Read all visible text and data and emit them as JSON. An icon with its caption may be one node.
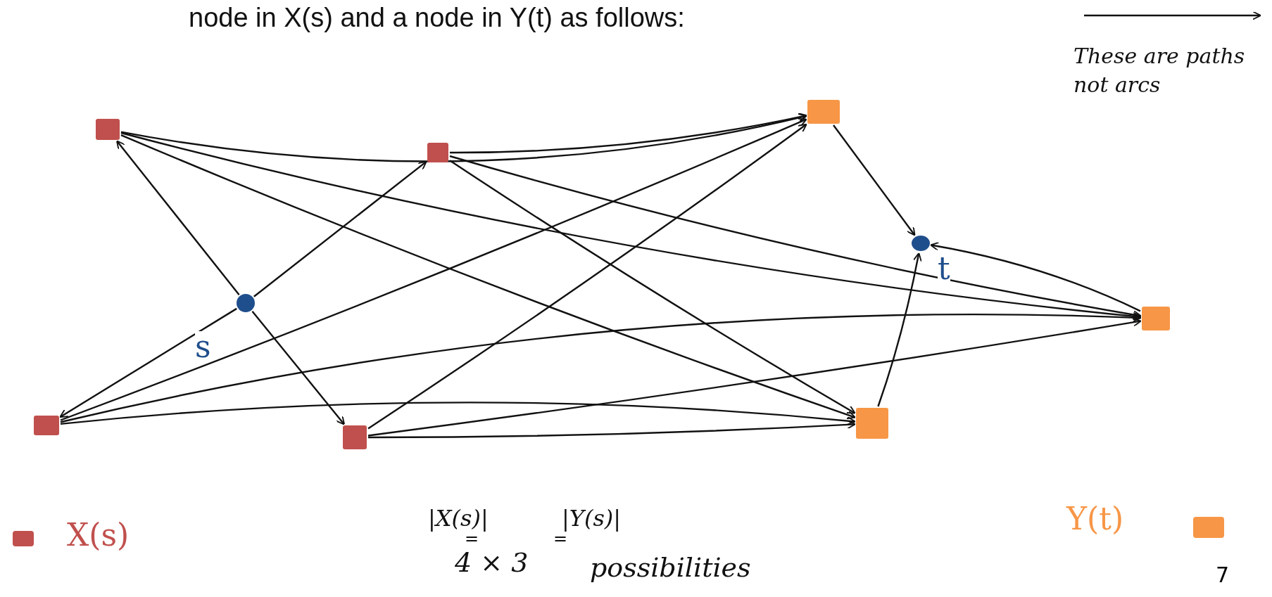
{
  "diagram": {
    "title": "node in X(s) and a node in Y(t) as follows:",
    "nodes": [
      {
        "text": [],
        "shape": "box"
      },
      {
        "text": [],
        "shape": "box"
      },
      {
        "text": [],
        "shape": "box"
      },
      {
        "text": [],
        "shape": "circle",
        "beside": [
          "t"
        ]
      },
      {
        "text": [],
        "shape": "circle",
        "beside": [
          "s"
        ]
      },
      {
        "text": [],
        "shape": "box"
      },
      {
        "text": [],
        "shape": "box"
      },
      {
        "text": [],
        "shape": "box"
      },
      {
        "text": [],
        "shape": "box"
      }
    ],
    "edges": [
      {
        "from": 4,
        "to": 0,
        "arrow": "to"
      },
      {
        "from": 4,
        "to": 1,
        "arrow": "to"
      },
      {
        "from": 4,
        "to": 6,
        "arrow": "to"
      },
      {
        "from": 4,
        "to": 7,
        "arrow": "to"
      },
      {
        "from": 2,
        "to": 3,
        "arrow": "to"
      },
      {
        "from": 8,
        "to": 3,
        "arrow": "to"
      },
      {
        "from": 5,
        "to": 3,
        "arrow": "to"
      },
      {
        "from": 0,
        "to": 2,
        "arrow": "to"
      },
      {
        "from": 0,
        "to": 8,
        "arrow": "to"
      },
      {
        "from": 0,
        "to": 5,
        "arrow": "to"
      },
      {
        "from": 1,
        "to": 2,
        "arrow": "to"
      },
      {
        "from": 1,
        "to": 8,
        "arrow": "to"
      },
      {
        "from": 1,
        "to": 5,
        "arrow": "to"
      },
      {
        "from": 6,
        "to": 2,
        "arrow": "to"
      },
      {
        "from": 6,
        "to": 8,
        "arrow": "to"
      },
      {
        "from": 6,
        "to": 5,
        "arrow": "to"
      },
      {
        "from": 7,
        "to": 2,
        "arrow": "to"
      },
      {
        "from": 7,
        "to": 8,
        "arrow": "to"
      },
      {
        "from": 7,
        "to": 5,
        "arrow": "to"
      }
    ],
    "labels": [
      "These are paths not arcs",
      "|X(s)|",
      "|Y(s)|",
      "=",
      "=",
      "4 × 3",
      "possibilities",
      "7"
    ],
    "legend": [
      {
        "text": "X(s)",
        "color": "#c0504d"
      },
      {
        "text": "Y(t)",
        "color": "#f79646"
      }
    ]
  }
}
